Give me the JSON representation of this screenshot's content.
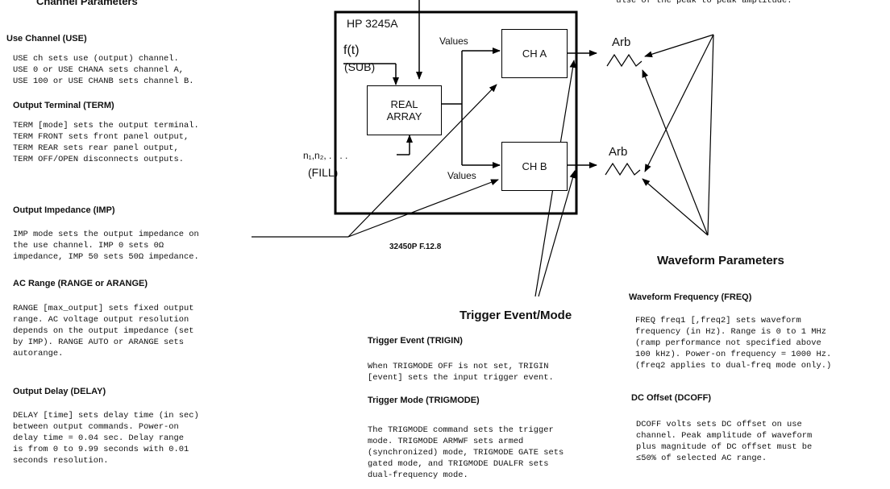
{
  "header": {
    "title": "Channel Parameters",
    "top_right_fragment": "'ulse of the peak to peak amplitude."
  },
  "left": {
    "sections": [
      {
        "heading": "Use Channel (USE)",
        "lines": [
          "USE ch sets use (output) channel.",
          "USE 0 or USE CHANA sets channel A,",
          "USE 100 or USE CHANB sets channel B."
        ]
      },
      {
        "heading": "Output Terminal (TERM)",
        "lines": [
          "TERM [mode] sets the output terminal.",
          "TERM FRONT sets front panel output,",
          "TERM REAR sets rear panel output,",
          "TERM OFF/OPEN disconnects outputs."
        ]
      },
      {
        "heading": "Output Impedance (IMP)",
        "lines": [
          "IMP mode sets the output impedance on",
          "the use channel.  IMP 0 sets 0Ω",
          "impedance, IMP 50 sets 50Ω impedance."
        ]
      },
      {
        "heading": "AC Range (RANGE or ARANGE)",
        "lines": [
          "RANGE [max_output] sets fixed output",
          "range.  AC voltage output resolution",
          "depends on the output impedance (set",
          "by IMP).  RANGE AUTO or ARANGE sets",
          "autorange."
        ]
      },
      {
        "heading": "Output Delay (DELAY)",
        "lines": [
          "DELAY [time] sets delay time (in sec)",
          "between output commands.  Power-on",
          "delay time = 0.04 sec.  Delay range",
          "is from 0 to 9.99 seconds with 0.01",
          "seconds resolution."
        ]
      }
    ]
  },
  "diagram": {
    "instrument": "HP 3245A",
    "ft_label": "f(t)",
    "sub_label": "(SUB)",
    "real_array_line1": "REAL",
    "real_array_line2": "ARRAY",
    "fill_seq": "n₁,n₂, . . . .",
    "fill_label": "(FILL)",
    "values_top": "Values",
    "values_bottom": "Values",
    "ch_a": "CH A",
    "ch_b": "CH B",
    "arb_top": "Arb",
    "arb_bottom": "Arb",
    "figure_id": "32450P F.12.8",
    "waveform_parameters": "Waveform Parameters",
    "trigger_event_mode": "Trigger Event/Mode"
  },
  "middle": {
    "sections": [
      {
        "heading": "Trigger Event (TRIGIN)",
        "lines": [
          "When TRIGMODE OFF is not set, TRIGIN",
          "[event] sets the input trigger event."
        ]
      },
      {
        "heading": "Trigger Mode (TRIGMODE)",
        "lines": [
          "The TRIGMODE command sets the trigger",
          "mode.  TRIGMODE ARMWF sets armed",
          "(synchronized) mode, TRIGMODE GATE sets",
          "gated mode, and TRIGMODE DUALFR sets",
          "dual-frequency mode."
        ]
      }
    ]
  },
  "right": {
    "sections": [
      {
        "heading": "Waveform Frequency (FREQ)",
        "lines": [
          "FREQ freq1 [,freq2] sets waveform",
          "frequency (in Hz). Range is 0 to 1 MHz",
          "(ramp performance not specified above",
          "100 kHz).  Power-on frequency = 1000 Hz.",
          "(freq2 applies to dual-freq mode only.)"
        ]
      },
      {
        "heading": "DC Offset (DCOFF)",
        "lines": [
          "DCOFF volts sets DC offset on use",
          "channel.  Peak amplitude of waveform",
          "plus magnitude of DC offset must be",
          "≤50% of selected AC range."
        ]
      }
    ]
  }
}
